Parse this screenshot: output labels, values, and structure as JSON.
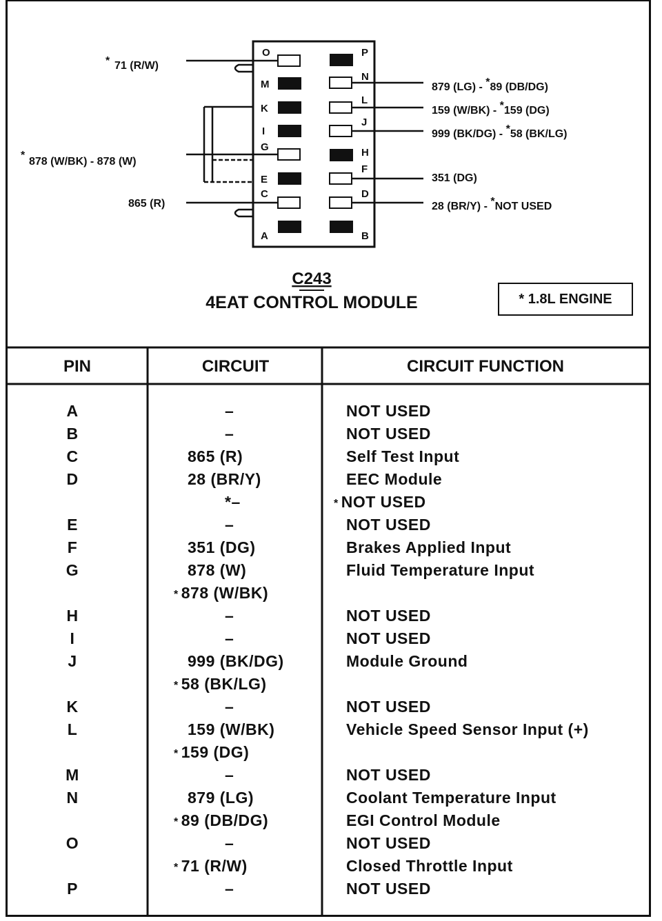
{
  "connector": {
    "id": "C243",
    "name": "4EAT CONTROL MODULE",
    "note": "* 1.8L ENGINE"
  },
  "callouts": {
    "o": "71 (R/W)",
    "g": "878 (W/BK) - 878 (W)",
    "c": "865 (R)",
    "n": "879 (LG) - ",
    "n2": "89 (DB/DG)",
    "l": "159 (W/BK) - ",
    "l2": "159 (DG)",
    "j": "999 (BK/DG) - ",
    "j2": "58 (BK/LG)",
    "f": "351 (DG)",
    "d": "28 (BR/Y) - ",
    "d2": "NOT USED"
  },
  "pin_letters": {
    "left": [
      "O",
      "M",
      "K",
      "I",
      "G",
      "E",
      "C",
      "A"
    ],
    "right": [
      "P",
      "N",
      "L",
      "J",
      "H",
      "F",
      "D",
      "B"
    ]
  },
  "table": {
    "headers": [
      "PIN",
      "CIRCUIT",
      "CIRCUIT FUNCTION"
    ],
    "rows": [
      {
        "pin": "A",
        "circuit": "–",
        "function": "NOT USED"
      },
      {
        "pin": "B",
        "circuit": "–",
        "function": "NOT USED"
      },
      {
        "pin": "C",
        "circuit": "865 (R)",
        "function": "Self Test Input"
      },
      {
        "pin": "D",
        "circuit": "28 (BR/Y)",
        "function": "EEC Module"
      },
      {
        "pin": "",
        "circuit": "*–",
        "function": "NOT USED",
        "func_star": "*"
      },
      {
        "pin": "E",
        "circuit": "–",
        "function": "NOT USED"
      },
      {
        "pin": "F",
        "circuit": "351 (DG)",
        "function": "Brakes Applied Input"
      },
      {
        "pin": "G",
        "circuit": "878 (W)",
        "function": "Fluid Temperature Input"
      },
      {
        "pin": "",
        "circuit": "878 (W/BK)",
        "circuit_star": "*",
        "function": ""
      },
      {
        "pin": "H",
        "circuit": "–",
        "function": "NOT USED"
      },
      {
        "pin": "I",
        "circuit": "–",
        "function": "NOT USED"
      },
      {
        "pin": "J",
        "circuit": "999 (BK/DG)",
        "function": "Module Ground"
      },
      {
        "pin": "",
        "circuit": "58 (BK/LG)",
        "circuit_star": "*",
        "function": ""
      },
      {
        "pin": "K",
        "circuit": "–",
        "function": "NOT USED"
      },
      {
        "pin": "L",
        "circuit": "159 (W/BK)",
        "function": "Vehicle Speed Sensor Input (+)"
      },
      {
        "pin": "",
        "circuit": "159 (DG)",
        "circuit_star": "*",
        "function": ""
      },
      {
        "pin": "M",
        "circuit": "–",
        "function": "NOT USED"
      },
      {
        "pin": "N",
        "circuit": "879 (LG)",
        "function": "Coolant Temperature Input"
      },
      {
        "pin": "",
        "circuit": "89 (DB/DG)",
        "circuit_star": "*",
        "function": "EGI Control Module"
      },
      {
        "pin": "O",
        "circuit": "–",
        "function": "NOT USED"
      },
      {
        "pin": "",
        "circuit": "71 (R/W)",
        "circuit_star": "*",
        "function": "Closed Throttle Input"
      },
      {
        "pin": "P",
        "circuit": "–",
        "function": "NOT USED"
      }
    ]
  }
}
